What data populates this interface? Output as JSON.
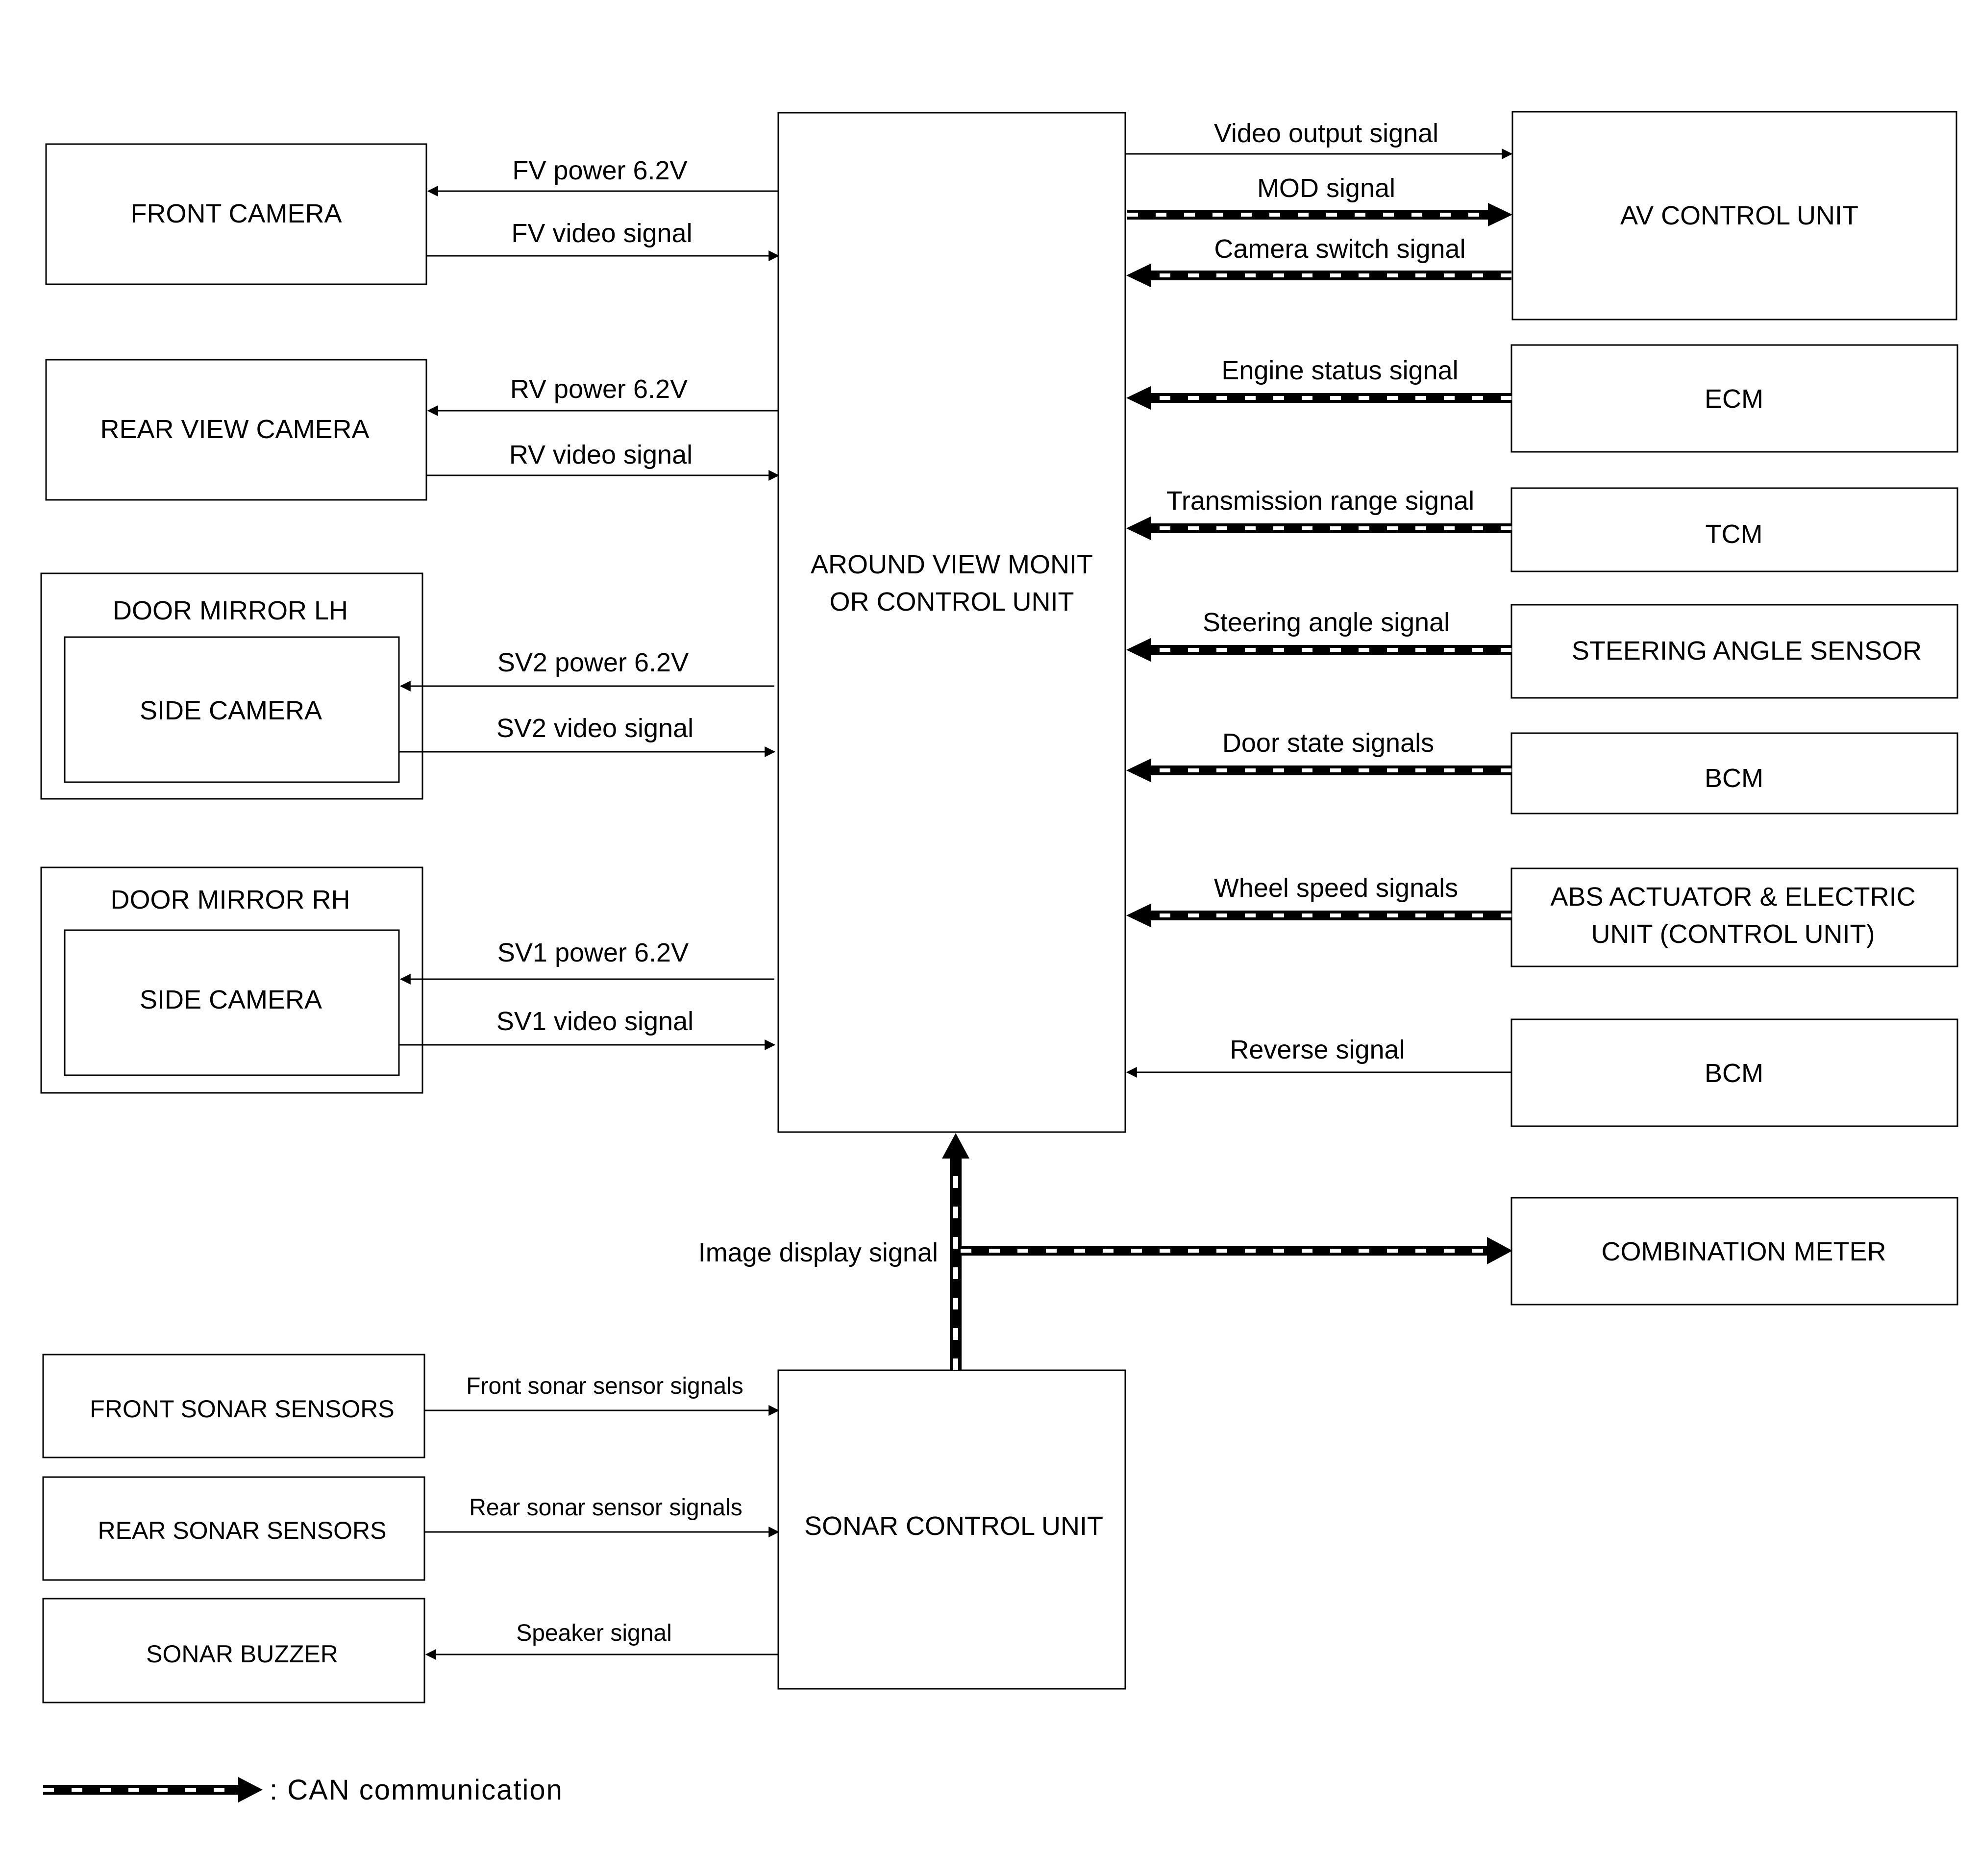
{
  "components": {
    "front_camera": "FRONT CAMERA",
    "rear_view_camera": "REAR VIEW CAMERA",
    "door_mirror_lh": "DOOR MIRROR LH",
    "door_mirror_rh": "DOOR MIRROR RH",
    "side_camera_lh": "SIDE CAMERA",
    "side_camera_rh": "SIDE CAMERA",
    "avm_line1": "AROUND VIEW MONIT",
    "avm_line2": "OR CONTROL UNIT",
    "av_control_unit": "AV CONTROL UNIT",
    "ecm": "ECM",
    "tcm": "TCM",
    "steering_angle_sensor": "STEERING ANGLE SENSOR",
    "bcm_door": "BCM",
    "abs_line1": "ABS ACTUATOR & ELECTRIC",
    "abs_line2": "UNIT (CONTROL UNIT)",
    "bcm_reverse": "BCM",
    "combination_meter": "COMBINATION METER",
    "front_sonar_sensors": "FRONT SONAR SENSORS",
    "rear_sonar_sensors": "REAR SONAR SENSORS",
    "sonar_buzzer": "SONAR BUZZER",
    "sonar_control_unit": "SONAR CONTROL UNIT"
  },
  "signals": {
    "fv_power": "FV power 6.2V",
    "fv_video": "FV video signal",
    "rv_power": "RV power 6.2V",
    "rv_video": "RV video signal",
    "sv2_power": "SV2 power 6.2V",
    "sv2_video": "SV2 video signal",
    "sv1_power": "SV1 power 6.2V",
    "sv1_video": "SV1 video signal",
    "video_output": "Video output signal",
    "mod": "MOD signal",
    "camera_switch": "Camera switch signal",
    "engine_status": "Engine status signal",
    "transmission_range": "Transmission range signal",
    "steering_angle": "Steering angle signal",
    "door_state": "Door state signals",
    "wheel_speed": "Wheel speed signals",
    "reverse": "Reverse signal",
    "image_display": "Image display signal",
    "front_sonar": "Front sonar sensor signals",
    "rear_sonar": "Rear sonar sensor signals",
    "speaker": "Speaker signal"
  },
  "legend": {
    "can_communication": ": CAN communication"
  }
}
